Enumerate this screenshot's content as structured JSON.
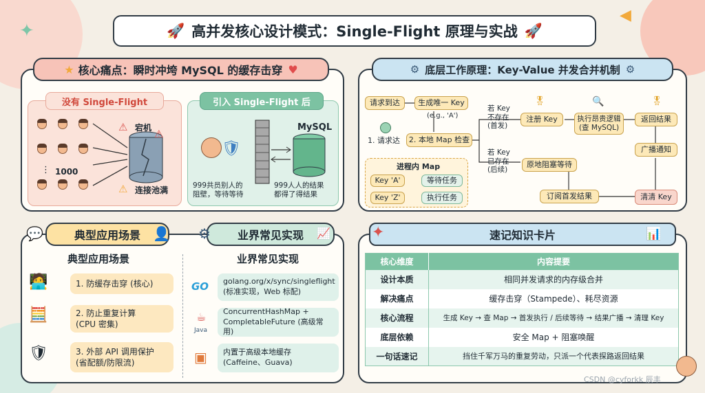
{
  "title": "高并发核心设计模式：Single-Flight 原理与实战",
  "pain": {
    "header": "核心痛点：瞬时冲垮 MySQL 的缓存击穿",
    "without_label": "没有 Single-Flight",
    "with_label": "引入 Single-Flight 后",
    "crash": "宕机",
    "pool": "连接池满",
    "count": "1000",
    "dots": "⋮",
    "mysql": "MySQL",
    "blocked": "999共员别人的\n阻壁，等待等待",
    "got_result": "999人人的结果\n都得了得结果"
  },
  "mech": {
    "header": "底层工作原理：Key-Value 并发合并机制",
    "request": "请求到达",
    "gen_key": "生成唯一 Key",
    "eg": "(e.g., 'A')",
    "step1": "1. 请求达",
    "step2": "2. 本地 Map 检查",
    "not_exist": "若 Key\n不存在\n(首发)",
    "exist": "若 Key\n已存在\n(后续)",
    "register": "注册 Key",
    "exec": "执行昂贵逻辑\n(查 MySQL)",
    "return": "返回结果",
    "broadcast": "广播通知",
    "wait": "原地阻塞等待",
    "sub": "订阅首发结果",
    "clear": "清清 Key",
    "map_title": "进程内 Map",
    "keyA": "Key 'A'",
    "keyZ": "Key 'Z'",
    "waiting": "等待任务",
    "running": "执行任务"
  },
  "scenarios": {
    "header": "典型应用场景",
    "title": "典型应用场景",
    "items": [
      "1. 防缓存击穿 (核心)",
      "2. 防止重复计算\n(CPU 密集)",
      "3. 外部 API 调用保护\n(省配额/防限流)"
    ]
  },
  "impls": {
    "header": "业界常见实现",
    "title": "业界常见实现",
    "go_logo": "GO",
    "java_logo": "Java",
    "items": [
      "golang.org/x/sync/singleflight\n(标准实现，Web 标配)",
      "ConcurrentHashMap +\nCompletableFuture (高级常用)",
      "内置于高级本地缓存\n(Caffeine、Guava)"
    ]
  },
  "cards": {
    "header": "速记知识卡片",
    "col1": "核心维度",
    "col2": "内容提要",
    "rows": [
      {
        "k": "设计本质",
        "v": "相同并发请求的内存级合并"
      },
      {
        "k": "解决痛点",
        "v": "缓存击穿（Stampede）、耗尽资源"
      },
      {
        "k": "核心流程",
        "v": "生成 Key → 查 Map → 首发执行 / 后续等待 → 结果广播 → 清理 Key"
      },
      {
        "k": "底层依赖",
        "v": "安全 Map + 阻塞唤醒"
      },
      {
        "k": "一句话速记",
        "v": "挡住千军万马的重复劳动，只派一个代表探路返回结果"
      }
    ]
  },
  "watermark": "CSDN @cyforkk 辰丰",
  "colors": {
    "header_pink": "#f7c3b8",
    "header_blue": "#cbe4f2",
    "header_green": "#cfe9dc",
    "header_yellow": "#fde2a3",
    "accent_red": "#d9534f"
  }
}
